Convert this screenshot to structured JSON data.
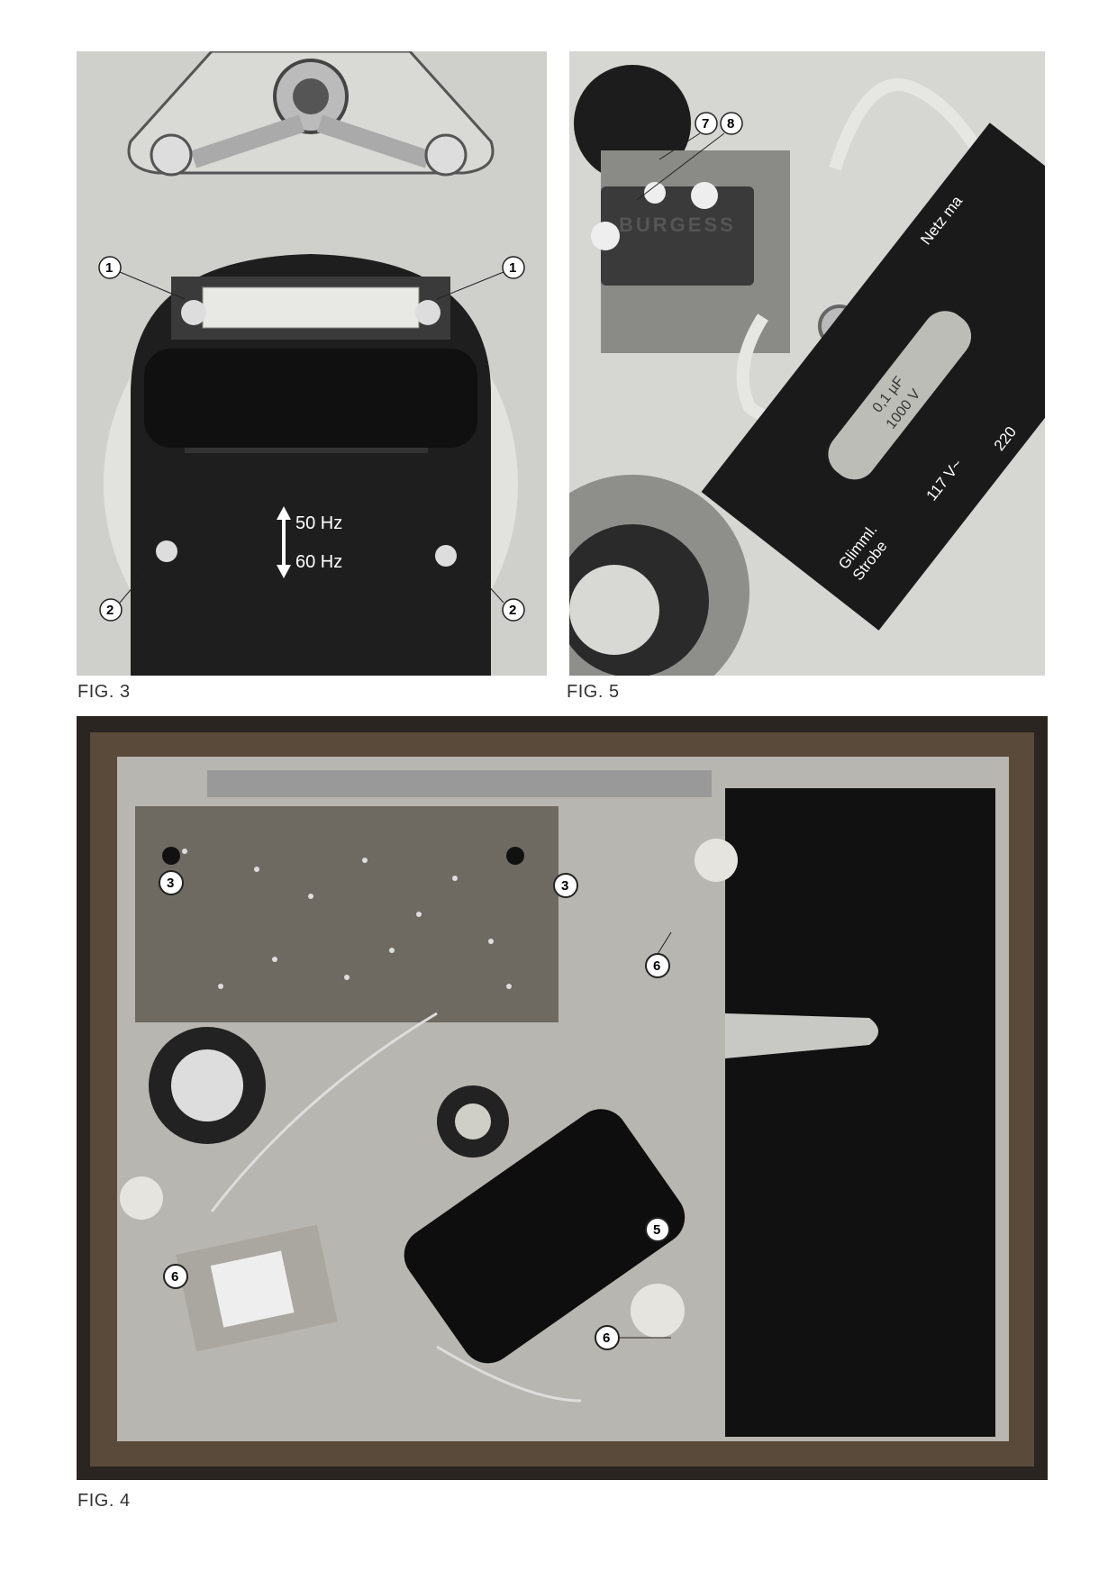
{
  "figures": {
    "fig3": {
      "caption": "FIG. 3",
      "callouts": [
        "1",
        "1",
        "2",
        "2"
      ],
      "freq_labels": [
        "50 Hz",
        "60 Hz"
      ]
    },
    "fig5": {
      "caption": "FIG. 5",
      "callouts": [
        "7",
        "8"
      ],
      "switch_brand": "BURGESS",
      "board_label_1": "Glimml.",
      "board_label_2": "Strobe",
      "capacitor_label_1": "0,1 µF",
      "capacitor_label_2": "1000 V",
      "voltage_117": "117 V~",
      "voltage_220": "220",
      "edge_text": "Netz ma"
    },
    "fig4": {
      "caption": "FIG. 4",
      "callouts": [
        "3",
        "3",
        "6",
        "6",
        "6",
        "5"
      ]
    }
  }
}
